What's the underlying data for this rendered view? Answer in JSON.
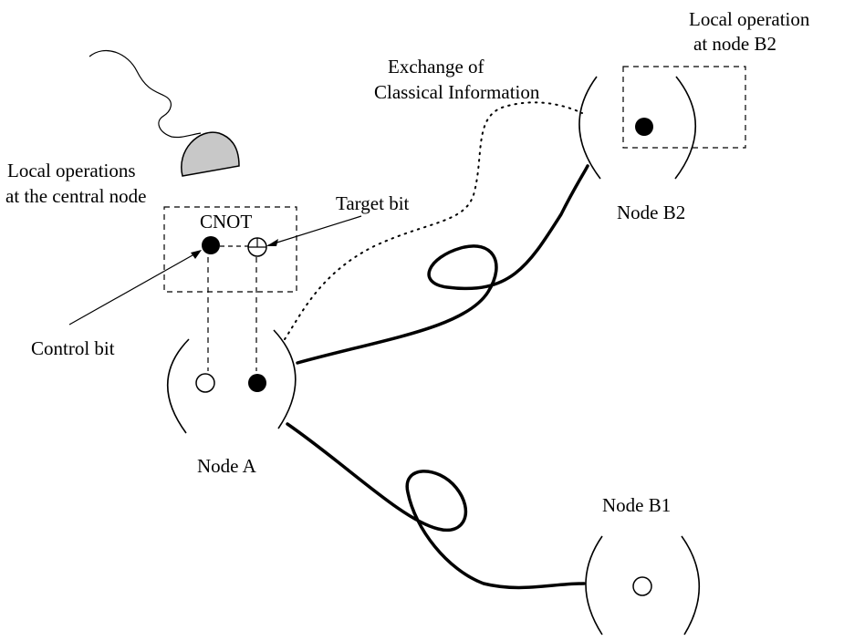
{
  "labels": {
    "local_op_central_line1": "Local operations",
    "local_op_central_line2": "at the central node",
    "cnot": "CNOT",
    "target_bit": "Target bit",
    "control_bit": "Control bit",
    "exchange_line1": "Exchange of",
    "exchange_line2": "Classical Information",
    "local_op_b2_line1": "Local operation",
    "local_op_b2_line2": "at node B2",
    "node_a": "Node A",
    "node_b1": "Node B1",
    "node_b2": "Node B2"
  },
  "colors": {
    "ink": "#000000",
    "mouse_fill": "#c8c8c8",
    "background": "#ffffff"
  }
}
